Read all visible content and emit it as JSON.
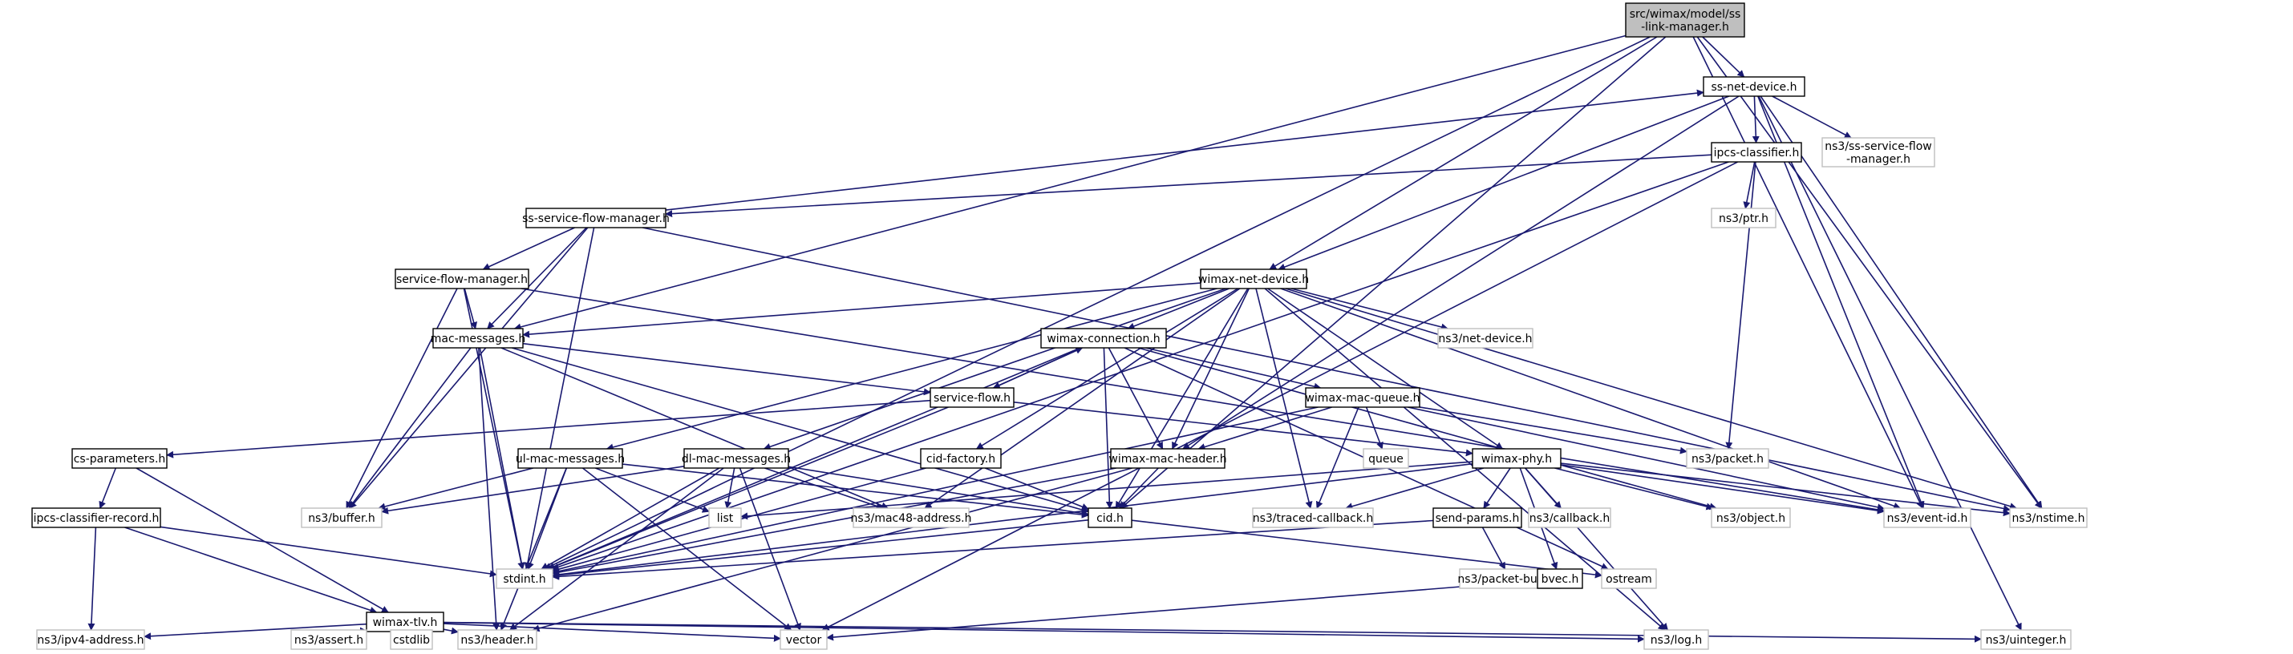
{
  "diagram": {
    "nodes": [
      {
        "id": "root",
        "lines": [
          "src/wimax/model/ss",
          "-link-manager.h"
        ],
        "kind": "root"
      },
      {
        "id": "ssnetdevice",
        "lines": [
          "ss-net-device.h"
        ],
        "kind": "local"
      },
      {
        "id": "ipcs",
        "lines": [
          "ipcs-classifier.h"
        ],
        "kind": "local"
      },
      {
        "id": "sssfm_ext",
        "lines": [
          "ns3/ss-service-flow",
          "-manager.h"
        ],
        "kind": "external"
      },
      {
        "id": "ptr",
        "lines": [
          "ns3/ptr.h"
        ],
        "kind": "external"
      },
      {
        "id": "sssfm",
        "lines": [
          "ss-service-flow-manager.h"
        ],
        "kind": "local"
      },
      {
        "id": "sfm",
        "lines": [
          "service-flow-manager.h"
        ],
        "kind": "local"
      },
      {
        "id": "wimaxnetdevice",
        "lines": [
          "wimax-net-device.h"
        ],
        "kind": "local"
      },
      {
        "id": "macmsg",
        "lines": [
          "mac-messages.h"
        ],
        "kind": "local"
      },
      {
        "id": "wconn",
        "lines": [
          "wimax-connection.h"
        ],
        "kind": "local"
      },
      {
        "id": "netdevice",
        "lines": [
          "ns3/net-device.h"
        ],
        "kind": "external"
      },
      {
        "id": "sflow",
        "lines": [
          "service-flow.h"
        ],
        "kind": "local"
      },
      {
        "id": "macqueue",
        "lines": [
          "wimax-mac-queue.h"
        ],
        "kind": "local"
      },
      {
        "id": "csparam",
        "lines": [
          "cs-parameters.h"
        ],
        "kind": "local"
      },
      {
        "id": "ulmac",
        "lines": [
          "ul-mac-messages.h"
        ],
        "kind": "local"
      },
      {
        "id": "dlmac",
        "lines": [
          "dl-mac-messages.h"
        ],
        "kind": "local"
      },
      {
        "id": "cidfactory",
        "lines": [
          "cid-factory.h"
        ],
        "kind": "local"
      },
      {
        "id": "macheader",
        "lines": [
          "wimax-mac-header.h"
        ],
        "kind": "local"
      },
      {
        "id": "queue",
        "lines": [
          "queue"
        ],
        "kind": "external"
      },
      {
        "id": "packet",
        "lines": [
          "ns3/packet.h"
        ],
        "kind": "external"
      },
      {
        "id": "wphy",
        "lines": [
          "wimax-phy.h"
        ],
        "kind": "local"
      },
      {
        "id": "ipcsrec",
        "lines": [
          "ipcs-classifier-record.h"
        ],
        "kind": "local"
      },
      {
        "id": "buffer",
        "lines": [
          "ns3/buffer.h"
        ],
        "kind": "external"
      },
      {
        "id": "list",
        "lines": [
          "list"
        ],
        "kind": "external"
      },
      {
        "id": "mac48",
        "lines": [
          "ns3/mac48-address.h"
        ],
        "kind": "external"
      },
      {
        "id": "cidh",
        "lines": [
          "cid.h"
        ],
        "kind": "local"
      },
      {
        "id": "traced",
        "lines": [
          "ns3/traced-callback.h"
        ],
        "kind": "external"
      },
      {
        "id": "sendparams",
        "lines": [
          "send-params.h"
        ],
        "kind": "local"
      },
      {
        "id": "callback",
        "lines": [
          "ns3/callback.h"
        ],
        "kind": "external"
      },
      {
        "id": "object",
        "lines": [
          "ns3/object.h"
        ],
        "kind": "external"
      },
      {
        "id": "eventid",
        "lines": [
          "ns3/event-id.h"
        ],
        "kind": "external"
      },
      {
        "id": "nstime",
        "lines": [
          "ns3/nstime.h"
        ],
        "kind": "external"
      },
      {
        "id": "stdint",
        "lines": [
          "stdint.h"
        ],
        "kind": "external"
      },
      {
        "id": "ostream",
        "lines": [
          "ostream"
        ],
        "kind": "external"
      },
      {
        "id": "packetburst",
        "lines": [
          "ns3/packet-burst.h"
        ],
        "kind": "external"
      },
      {
        "id": "bvec",
        "lines": [
          "bvec.h"
        ],
        "kind": "local"
      },
      {
        "id": "wtlv",
        "lines": [
          "wimax-tlv.h"
        ],
        "kind": "local"
      },
      {
        "id": "ipv4",
        "lines": [
          "ns3/ipv4-address.h"
        ],
        "kind": "external"
      },
      {
        "id": "assert",
        "lines": [
          "ns3/assert.h"
        ],
        "kind": "external"
      },
      {
        "id": "cstdlib",
        "lines": [
          "cstdlib"
        ],
        "kind": "external"
      },
      {
        "id": "header",
        "lines": [
          "ns3/header.h"
        ],
        "kind": "external"
      },
      {
        "id": "vector",
        "lines": [
          "vector"
        ],
        "kind": "external"
      },
      {
        "id": "log",
        "lines": [
          "ns3/log.h"
        ],
        "kind": "external"
      },
      {
        "id": "uinteger",
        "lines": [
          "ns3/uinteger.h"
        ],
        "kind": "external"
      }
    ]
  }
}
